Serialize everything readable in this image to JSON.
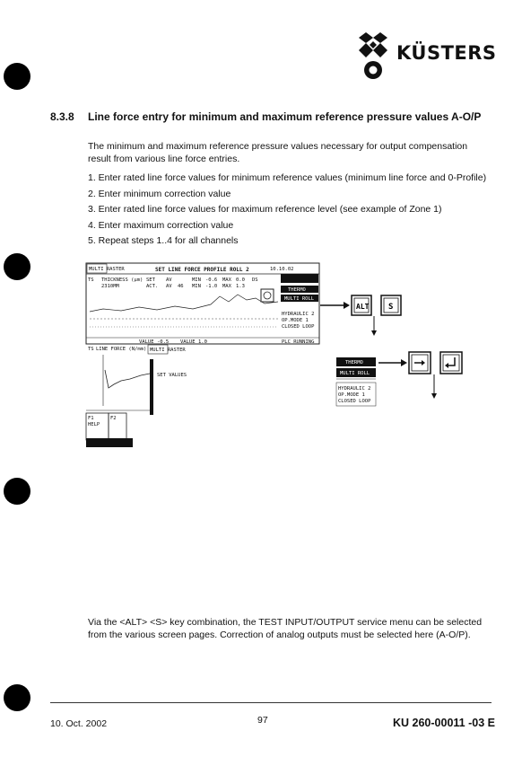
{
  "brand": {
    "name": "KÜSTERS"
  },
  "section": {
    "number": "8.3.8",
    "title": "Line force entry for minimum and maximum reference pressure values A-O/P"
  },
  "intro": "The minimum and maximum reference pressure values necessary for output compensation result from various line force entries.",
  "steps": [
    "1.  Enter rated line force values for minimum reference values (minimum line force and 0-Profile)",
    "2.  Enter minimum correction value",
    "3.  Enter rated line force values for maximum reference level (see example of Zone 1)",
    "4.  Enter maximum correction value",
    "5.  Repeat steps 1..4 for all channels"
  ],
  "figure": {
    "header_title": "SET LINE FORCE PROFILE ROLL 2",
    "header_date": "10.10.02",
    "logo_small": "MULTI RASTER",
    "ts_label": "TS",
    "thickness": "THICKNESS (µm)",
    "thickness_val": "2310MM",
    "set_label": "SET",
    "act_label": "ACT.",
    "av": "AV",
    "min": "MIN",
    "max": "MAX",
    "ds": "DS",
    "set_min": "-0.6",
    "set_max": "0.0",
    "act_min": "-1.0",
    "act_max": "1.3",
    "av_val": "46",
    "thermo": "THERMO",
    "multi_roll": "MULTI ROLL",
    "hydraulic": "HYDRAULIC 2",
    "op_mode": "OP.MODE 1",
    "closed_loop": "CLOSED LOOP",
    "plc_running": "PLC RUNNING",
    "value_label": "VALUE",
    "value1": "-0.5",
    "value2": "1.0",
    "line_force": "LINE FORCE (N/mm)",
    "set_values": "SET VALUES",
    "f1": "F1",
    "help": "HELP",
    "f2": "F2",
    "key_alt": "ALT",
    "key_s": "S",
    "closed_loop2": "CLOSED LOOP"
  },
  "closing": "Via the <ALT> <S> key combination, the TEST INPUT/OUTPUT service menu can be selected from the various screen pages. Correction of analog outputs must be selected here (A-O/P).",
  "footer": {
    "date": "10. Oct. 2002",
    "page": "97",
    "code": "KU 260-00011 -03 E"
  }
}
